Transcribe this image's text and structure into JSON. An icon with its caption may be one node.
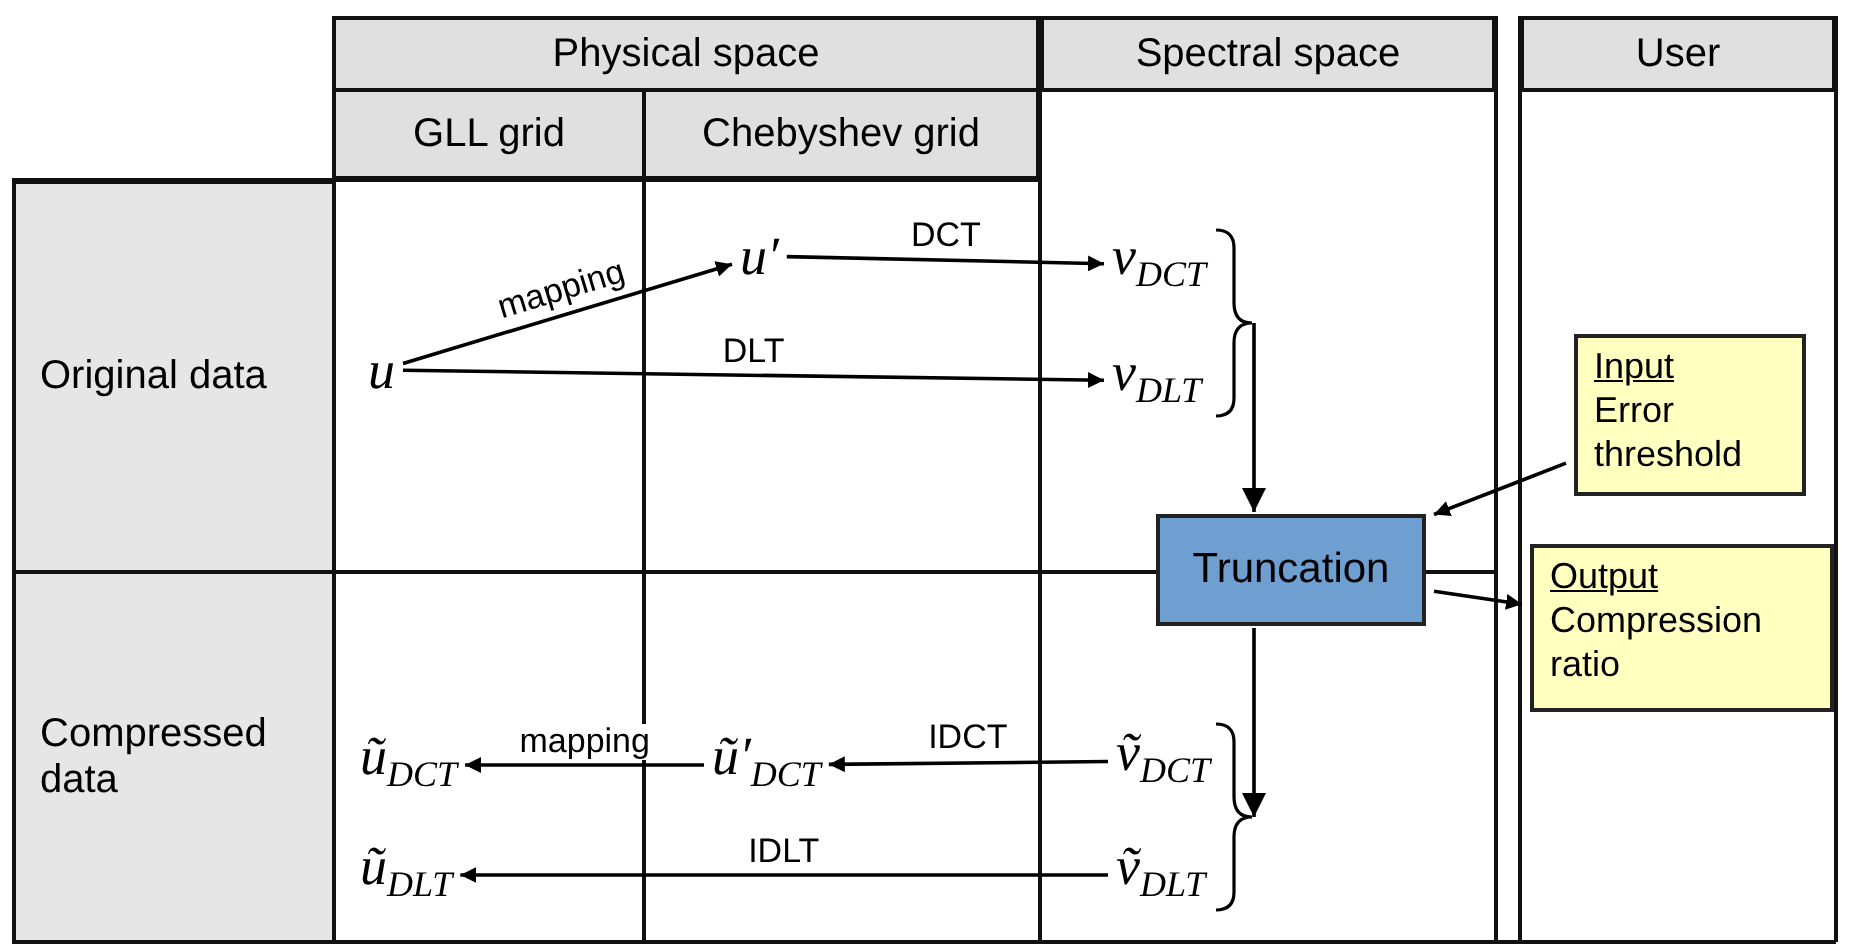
{
  "diagram": {
    "nodes": [
      {
        "text": [
          "Physical space"
        ]
      },
      {
        "text": [
          "Spectral space"
        ]
      },
      {
        "text": [
          "User"
        ]
      },
      {
        "text": [
          "GLL grid"
        ]
      },
      {
        "text": [
          "Chebyshev grid"
        ]
      },
      {
        "text": [
          "Original data"
        ]
      },
      {
        "text": [
          "Compressed data"
        ]
      },
      {
        "text": [
          "u"
        ]
      },
      {
        "text": [
          "u′"
        ]
      },
      {
        "text": [
          "v$_{DCT}$"
        ]
      },
      {
        "text": [
          "v$_{DLT}$"
        ]
      },
      {
        "text": [],
        "shape": "brace"
      },
      {
        "text": [
          "Input",
          "Error threshold"
        ]
      },
      {
        "text": [
          "Truncation"
        ]
      },
      {
        "text": [
          "Output",
          "Compression ratio"
        ]
      },
      {
        "text": [
          "ũ$_{DCT}$"
        ]
      },
      {
        "text": [
          "ũ′$_{DCT}$"
        ]
      },
      {
        "text": [
          "ṽ$_{DCT}$"
        ]
      },
      {
        "text": [
          "ũ$_{DLT}$"
        ]
      },
      {
        "text": [
          "ṽ$_{DLT}$"
        ]
      },
      {
        "text": [],
        "shape": "brace"
      }
    ],
    "edges": [
      {
        "from": 7,
        "to": 8,
        "arrow": "to",
        "label": "mapping"
      },
      {
        "from": 8,
        "to": 9,
        "arrow": "to",
        "label": "DCT"
      },
      {
        "from": 7,
        "to": 10,
        "arrow": "to",
        "label": "DLT"
      },
      {
        "from": 11,
        "to": 13,
        "arrow": "to"
      },
      {
        "from": 12,
        "to": 13,
        "arrow": "to"
      },
      {
        "from": 13,
        "to": 14,
        "arrow": "to"
      },
      {
        "from": 13,
        "to": 20,
        "arrow": "to"
      },
      {
        "from": 17,
        "to": 16,
        "arrow": "to",
        "label": "IDCT"
      },
      {
        "from": 16,
        "to": 15,
        "arrow": "to",
        "label": "mapping"
      },
      {
        "from": 19,
        "to": 18,
        "arrow": "to",
        "label": "IDLT"
      }
    ]
  }
}
